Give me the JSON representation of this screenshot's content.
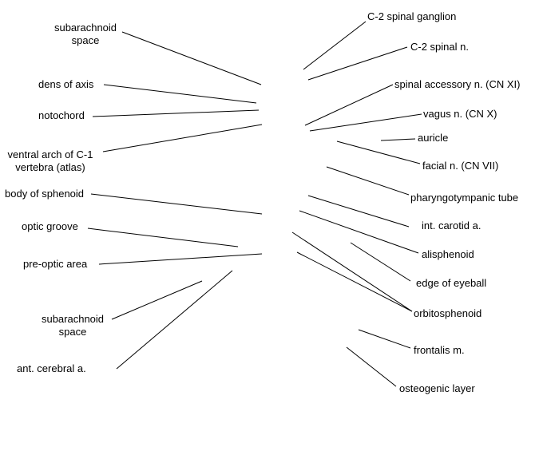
{
  "diagram": {
    "left_labels": [
      {
        "id": "subarachnoid-space-upper",
        "text": "subarachnoid\nspace"
      },
      {
        "id": "dens-of-axis",
        "text": "dens of axis"
      },
      {
        "id": "notochord",
        "text": "notochord"
      },
      {
        "id": "ventral-arch-c1",
        "text": "ventral arch of C-1\nvertebra (atlas)"
      },
      {
        "id": "body-of-sphenoid",
        "text": "body of sphenoid"
      },
      {
        "id": "optic-groove",
        "text": "optic groove"
      },
      {
        "id": "pre-optic-area",
        "text": "pre-optic area"
      },
      {
        "id": "subarachnoid-space-lower",
        "text": "subarachnoid\nspace"
      },
      {
        "id": "ant-cerebral-a",
        "text": "ant. cerebral a."
      }
    ],
    "right_labels": [
      {
        "id": "c2-spinal-ganglion",
        "text": "C-2 spinal ganglion"
      },
      {
        "id": "c2-spinal-n",
        "text": "C-2 spinal n."
      },
      {
        "id": "spinal-accessory-n",
        "text": "spinal accessory n. (CN XI)"
      },
      {
        "id": "vagus-n",
        "text": "vagus n. (CN X)"
      },
      {
        "id": "auricle",
        "text": "auricle"
      },
      {
        "id": "facial-n",
        "text": "facial n. (CN VII)"
      },
      {
        "id": "pharyngotympanic-tube",
        "text": "pharyngotympanic tube"
      },
      {
        "id": "int-carotid-a",
        "text": "int. carotid a."
      },
      {
        "id": "alisphenoid",
        "text": "alisphenoid"
      },
      {
        "id": "edge-of-eyeball",
        "text": "edge of eyeball"
      },
      {
        "id": "orbitosphenoid",
        "text": "orbitosphenoid"
      },
      {
        "id": "frontalis-m",
        "text": "frontalis m."
      },
      {
        "id": "osteogenic-layer",
        "text": "osteogenic layer"
      }
    ]
  }
}
